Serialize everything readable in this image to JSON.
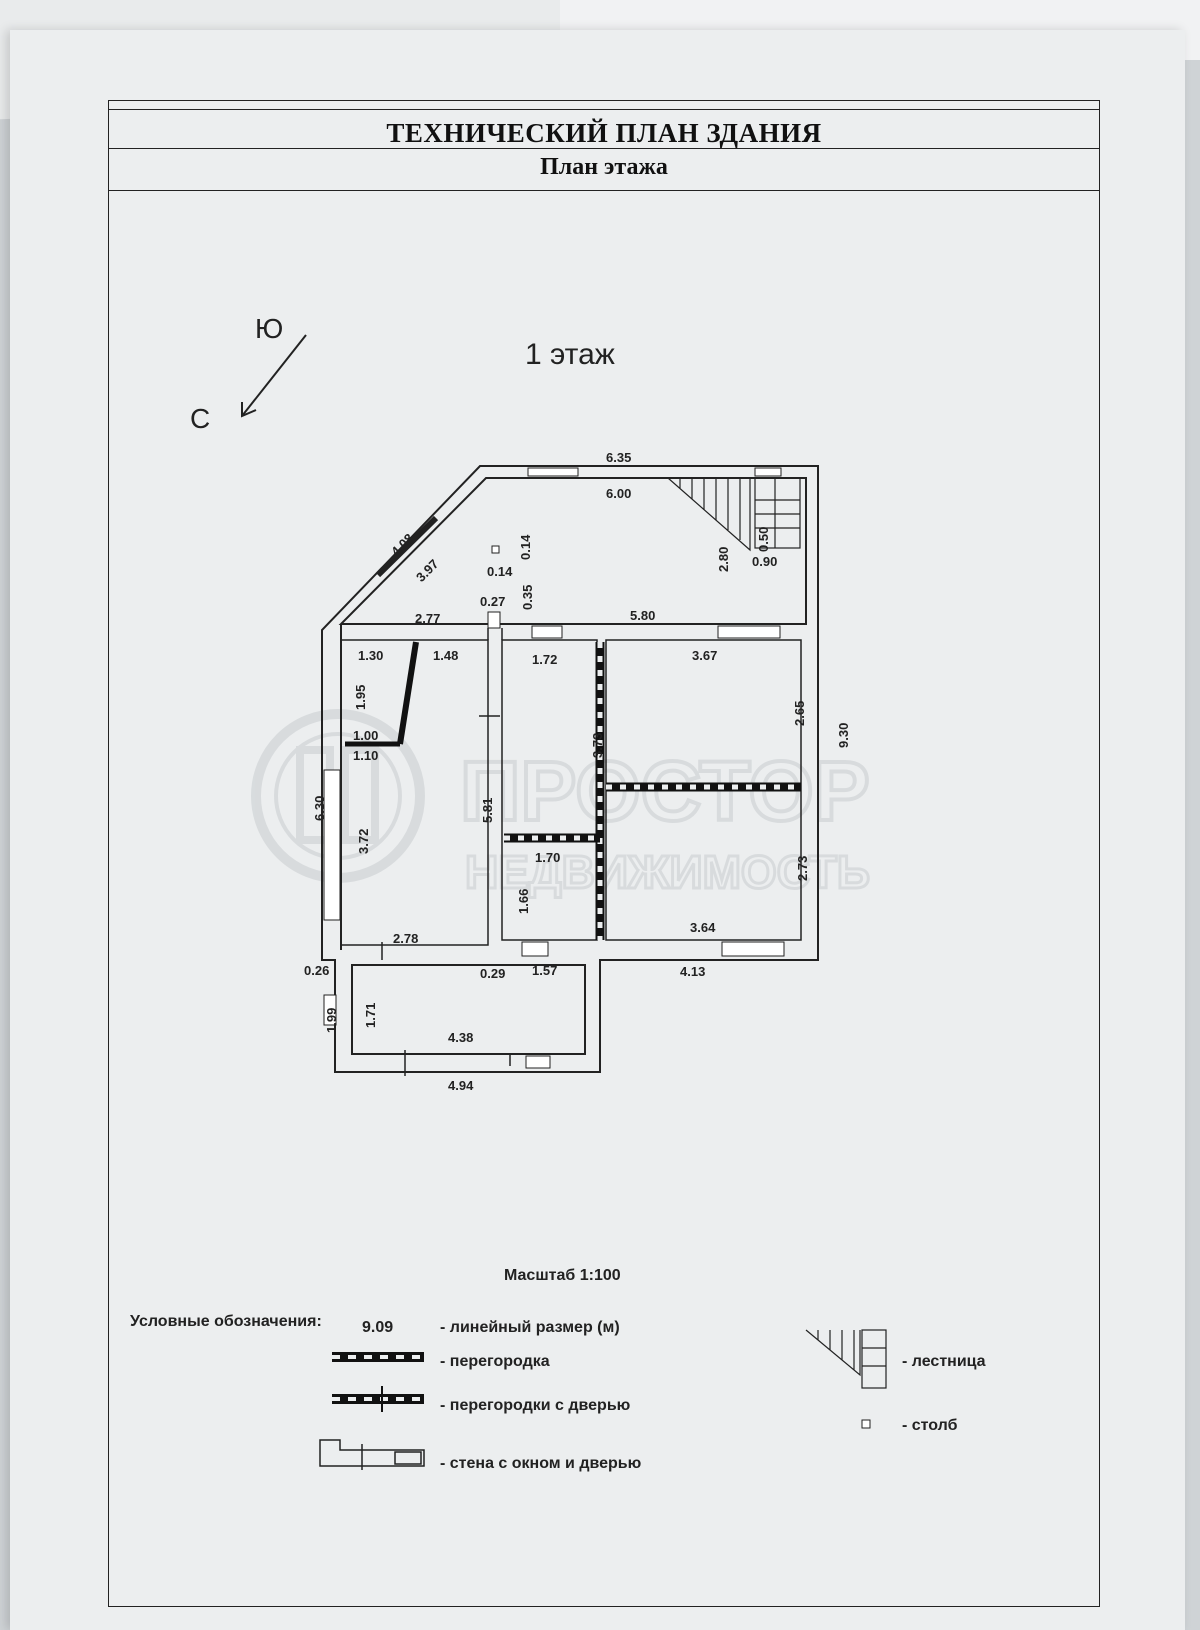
{
  "header": {
    "title": "ТЕХНИЧЕСКИЙ ПЛАН ЗДАНИЯ",
    "subtitle": "План этажа"
  },
  "compass": {
    "south": "Ю",
    "north": "С"
  },
  "floor_label": "1  этаж",
  "dimensions": {
    "top_outer": "6.35",
    "top_inner": "6.00",
    "diag_outer": "4.08",
    "diag_inner": "3.97",
    "pillar_a": "0.14",
    "pillar_b": "0.14",
    "post_w": "0.27",
    "post_h": "0.35",
    "hall_h": "2.80",
    "stair_h": "0.50",
    "stair_w": "0.90",
    "hall_left": "2.77",
    "hall_right": "5.80",
    "right_outer": "9.30",
    "closet_w": "1.30",
    "closet_h": "1.95",
    "closet_b1": "1.00",
    "closet_b2": "1.10",
    "room_a_top": "1.48",
    "room_b_top": "1.72",
    "room_c_top": "3.67",
    "room_c_h": "2.65",
    "room_b_h": "3.73",
    "room_a_h": "5.81",
    "left_outer": "6.30",
    "left_inner": "3.72",
    "wc_w": "1.70",
    "wc_h": "1.66",
    "room_d_h": "2.73",
    "room_a_bottom": "2.78",
    "room_d_bottom": "3.64",
    "wall_left": "0.26",
    "wall_mid": "0.29",
    "vest_top": "1.57",
    "bottom_right": "4.13",
    "ext_outer_h": "1.99",
    "ext_inner_h": "1.71",
    "ext_inner_w": "4.38",
    "ext_outer_w": "4.94"
  },
  "watermark": {
    "line1": "ПРОСТОР",
    "line2": "НЕДВИЖИМОСТЬ"
  },
  "scale": "Масштаб 1:100",
  "legend": {
    "heading": "Условные обозначения:",
    "sample_value": "9.09",
    "linear_size": "- линейный размер (м)",
    "partition": "- перегородка",
    "partition_door": "- перегородки с дверью",
    "wall_window_door": "- стена с окном и дверью",
    "stairs": "- лестница",
    "pillar": "- столб"
  },
  "colors": {
    "paper": "#eceeef",
    "ink": "#222222",
    "watermark": "#c9cdd0"
  }
}
